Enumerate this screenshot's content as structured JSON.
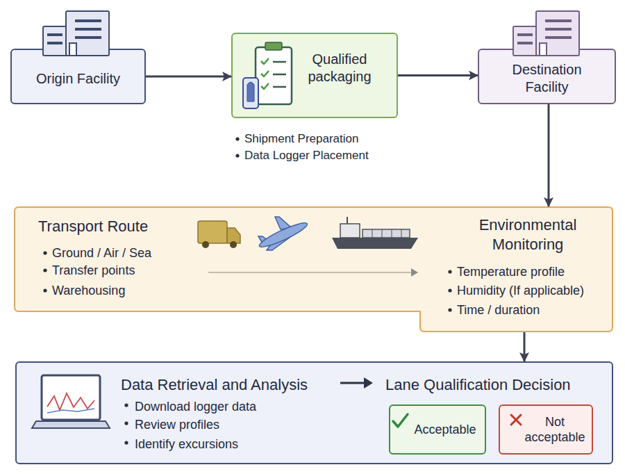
{
  "diagram": {
    "nodes": [
      {
        "text": [
          "Origin Facility"
        ]
      },
      {
        "text": [
          "Qualified packaging"
        ]
      },
      {
        "text": [
          "Destination Facility"
        ]
      },
      {
        "text": [
          "Transport Route",
          "Ground / Air / Sea",
          "Transfer points",
          "Warehousing",
          "Environmental Monitoring",
          "Temperature profile",
          "Humidity (If applicable)",
          "Time / duration"
        ]
      },
      {
        "text": [
          "Data Retrieval and Analysis",
          "Download logger data",
          "Review profiles",
          "Identify excursions",
          "Lane Qualification Decision"
        ]
      },
      {
        "text": [
          "Acceptable"
        ],
        "in": 4
      },
      {
        "text": [
          "Not acceptable"
        ],
        "in": 4
      }
    ],
    "edges": [
      {
        "from": 0,
        "to": 1,
        "arrow": "to"
      },
      {
        "from": 1,
        "to": 2,
        "arrow": "to"
      },
      {
        "from": 2,
        "to": 3,
        "arrow": "to"
      },
      {
        "from": 3,
        "to": 4,
        "arrow": "to"
      }
    ],
    "labels": [
      "Shipment Preparation",
      "Data Logger Placement"
    ]
  }
}
